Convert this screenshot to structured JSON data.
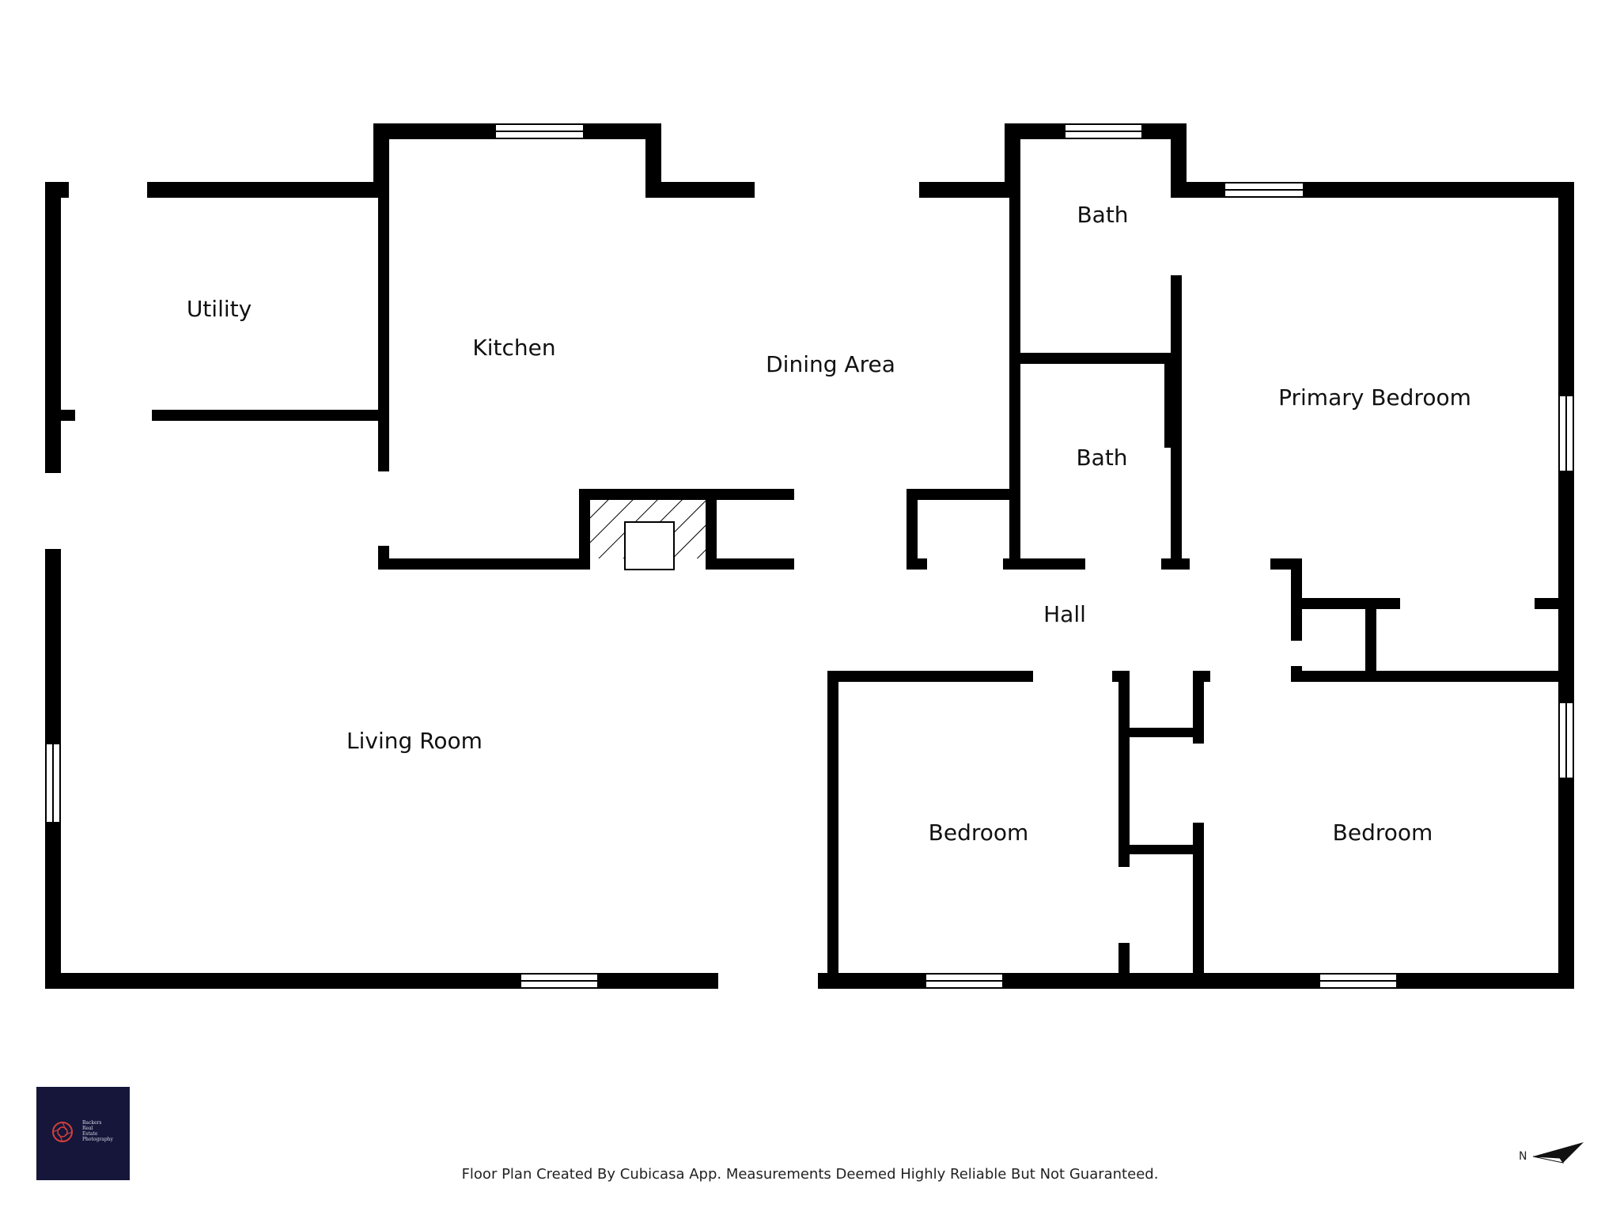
{
  "rooms": {
    "utility": "Utility",
    "kitchen": "Kitchen",
    "dining": "Dining Area",
    "bath_upper": "Bath",
    "bath_lower": "Bath",
    "primary_bedroom": "Primary Bedroom",
    "hall": "Hall",
    "living_room": "Living Room",
    "bedroom_center": "Bedroom",
    "bedroom_right": "Bedroom"
  },
  "footer": {
    "note": "Floor Plan Created By Cubicasa App. Measurements Deemed Highly Reliable But Not Guaranteed."
  },
  "logo": {
    "line1": "Backers",
    "line2": "Real",
    "line3": "Estate",
    "line4": "Photography",
    "background": "#15163a",
    "accent": "#d2403a"
  },
  "compass": {
    "north_label": "N"
  },
  "colors": {
    "wall": "#000000",
    "background": "#ffffff"
  }
}
